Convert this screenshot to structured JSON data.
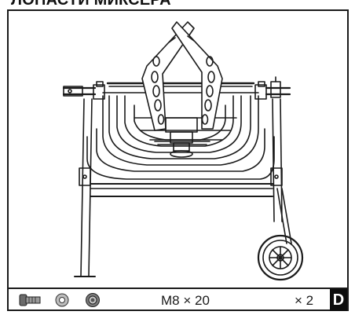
{
  "page": {
    "heading": "ЛОПАСТИ МИКСЕРА"
  },
  "footer": {
    "hardware_icons": [
      "bolt-icon",
      "washer-icon",
      "nut-icon"
    ],
    "spec": "M8 × 20",
    "quantity": "× 2",
    "step_label": "D"
  }
}
